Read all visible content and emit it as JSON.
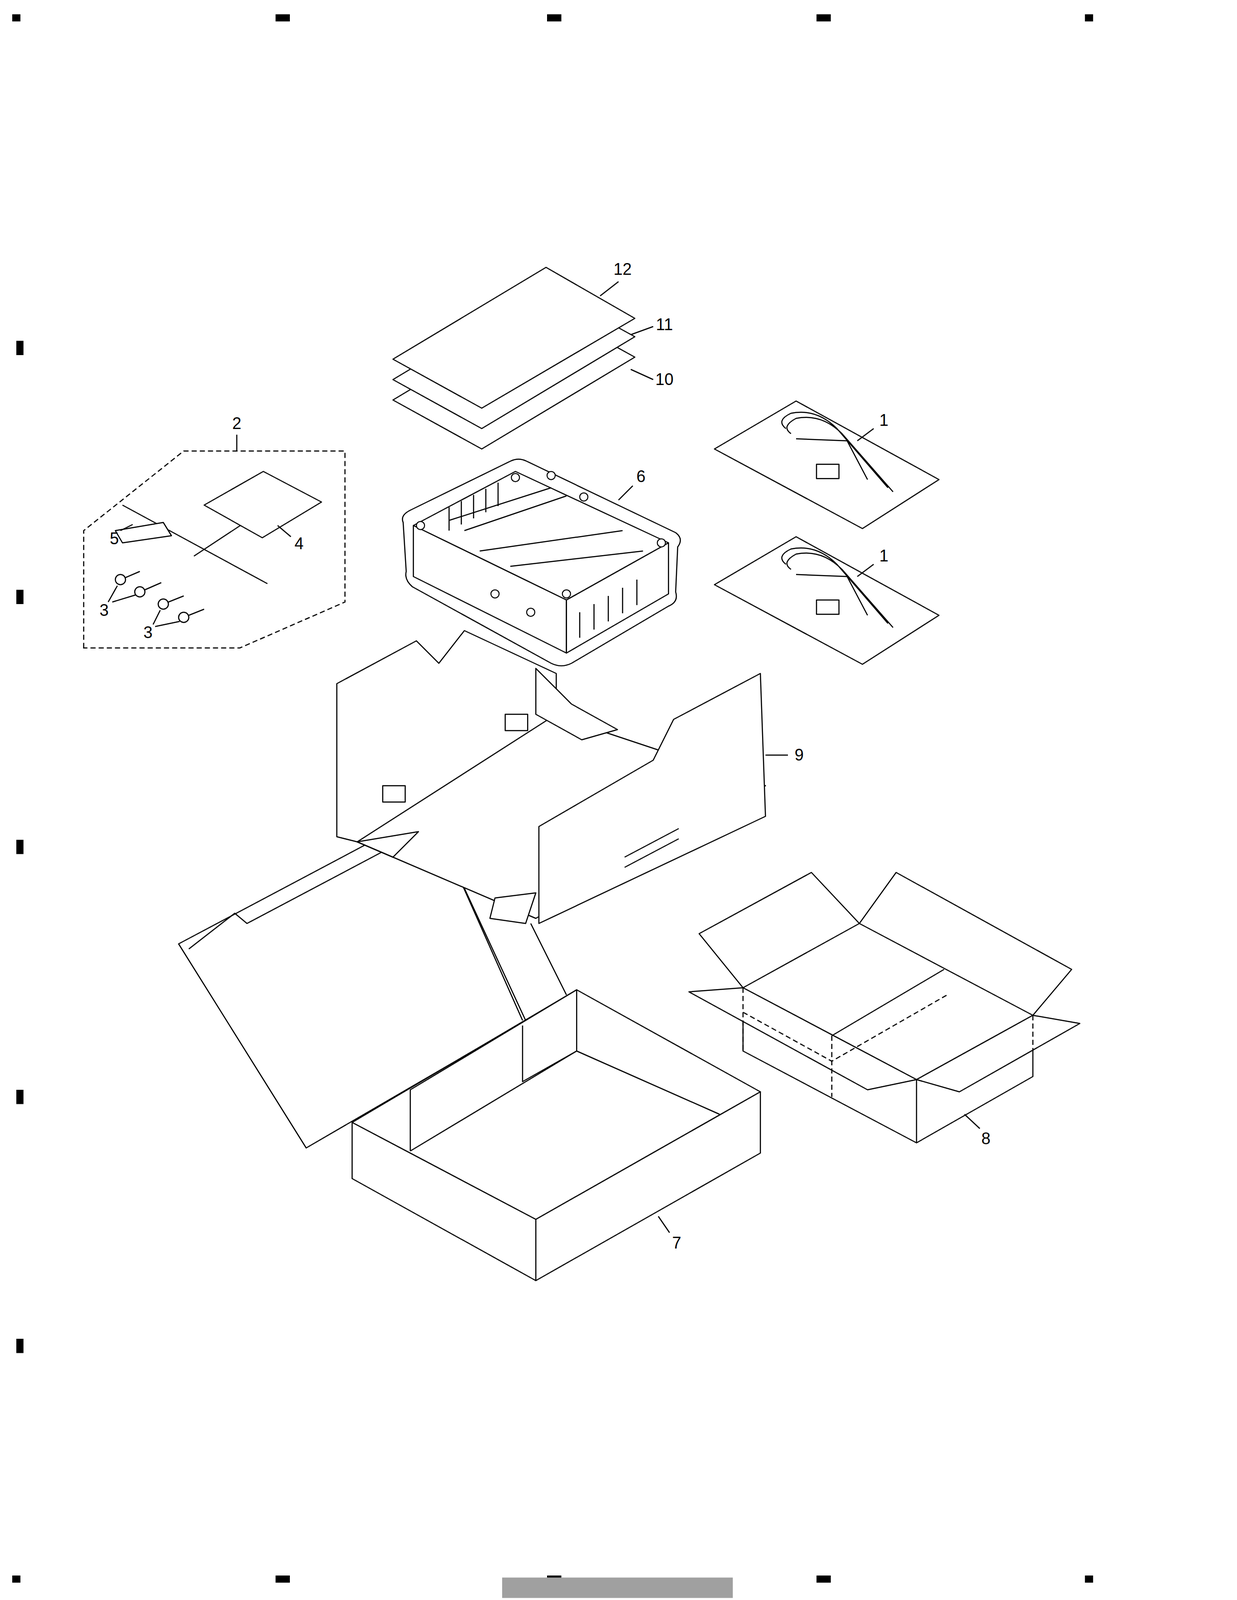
{
  "diagram": {
    "labels": [
      "12",
      "11",
      "10",
      "1",
      "2",
      "6",
      "5",
      "4",
      "1",
      "3",
      "3",
      "9",
      "8",
      "7"
    ]
  }
}
